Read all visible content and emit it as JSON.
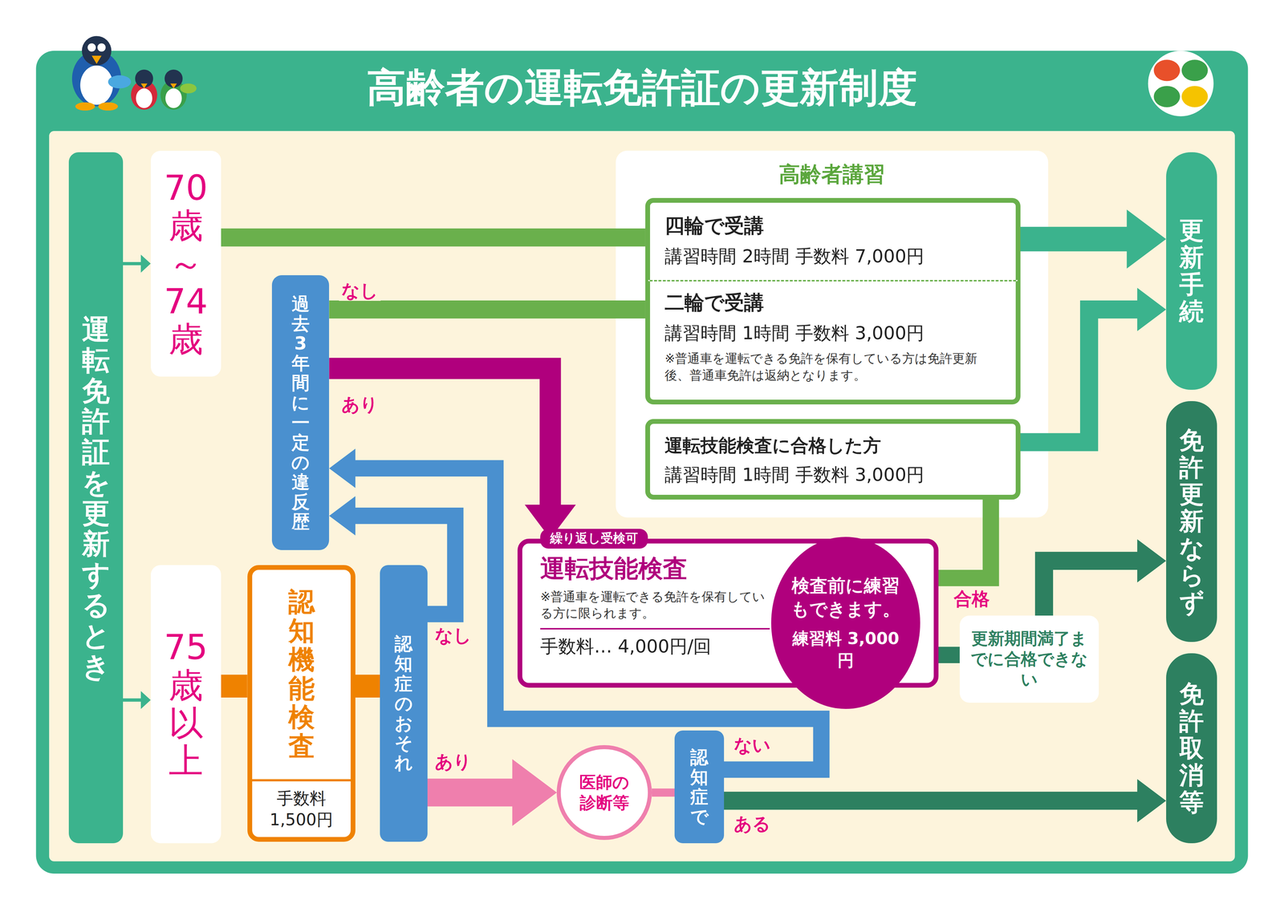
{
  "diagram": {
    "title": "高齢者の運転免許証の更新制度",
    "nodes": [
      {
        "text": [
          "運転免許証を更新するとき"
        ]
      },
      {
        "text": [
          "70歳～74歳"
        ]
      },
      {
        "text": [
          "過去3年間に一定の違反歴"
        ]
      },
      {
        "text": [
          "高齢者講習"
        ]
      },
      {
        "text": [
          "四輪で受講",
          "講習時間 2時間 手数料 7,000円"
        ],
        "in": 3
      },
      {
        "text": [
          "二輪で受講",
          "講習時間 1時間 手数料 3,000円",
          "※普通車を運転できる免許を保有している方は免許更新後、普通車免許は返納となります。"
        ],
        "in": 3
      },
      {
        "text": [
          "運転技能検査に合格した方",
          "講習時間 1時間 手数料 3,000円"
        ],
        "in": 3
      },
      {
        "text": [
          "75歳以上"
        ]
      },
      {
        "text": [
          "認知機能検査",
          "手数料 1,500円"
        ]
      },
      {
        "text": [
          "認知症のおそれ"
        ]
      },
      {
        "text": [
          "繰り返し受検可",
          "運転技能検査",
          "※普通車を運転できる免許を保有している方に限られます。",
          "手数料… 4,000円/回"
        ]
      },
      {
        "text": [
          "検査前に練習もできます。",
          "練習料 3,000円"
        ],
        "in": 10
      },
      {
        "text": [
          "医師の診断等"
        ]
      },
      {
        "text": [
          "認知症で"
        ]
      },
      {
        "text": [
          "更新期間満了までに合格できない"
        ]
      },
      {
        "text": [
          "更新手続"
        ]
      },
      {
        "text": [
          "免許更新ならず"
        ]
      },
      {
        "text": [
          "免許取消等"
        ]
      }
    ],
    "edges": [
      {
        "from": 0,
        "to": 1,
        "arrow": "to"
      },
      {
        "from": 0,
        "to": 7,
        "arrow": "to"
      },
      {
        "from": 1,
        "to": 4,
        "arrow": "none"
      },
      {
        "from": 2,
        "to": 5,
        "label": "なし",
        "arrow": "none"
      },
      {
        "from": 2,
        "to": 10,
        "label": "あり",
        "arrow": "to"
      },
      {
        "from": 4,
        "to": 15,
        "arrow": "to"
      },
      {
        "from": 6,
        "to": 15,
        "arrow": "to"
      },
      {
        "from": 10,
        "to": 6,
        "label": "合格",
        "arrow": "none"
      },
      {
        "from": 10,
        "to": 14,
        "arrow": "none"
      },
      {
        "from": 14,
        "to": 16,
        "arrow": "to"
      },
      {
        "from": 7,
        "to": 8,
        "arrow": "none"
      },
      {
        "from": 8,
        "to": 9,
        "arrow": "none"
      },
      {
        "from": 9,
        "to": 2,
        "label": "なし",
        "arrow": "to"
      },
      {
        "from": 9,
        "to": 12,
        "label": "あり",
        "arrow": "to"
      },
      {
        "from": 12,
        "to": 13,
        "arrow": "none"
      },
      {
        "from": 13,
        "to": 2,
        "label": "ない",
        "arrow": "to"
      },
      {
        "from": 13,
        "to": 17,
        "label": "ある",
        "arrow": "to"
      }
    ]
  }
}
